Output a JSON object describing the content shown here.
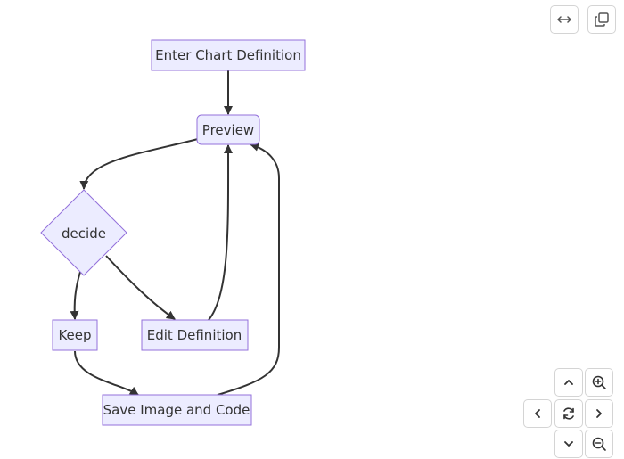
{
  "diagram": {
    "nodes": {
      "enter": "Enter Chart Definition",
      "preview": "Preview",
      "decide": "decide",
      "keep": "Keep",
      "edit": "Edit Definition",
      "save": "Save Image and Code"
    }
  },
  "toolbar": {
    "icons": [
      "fit-width-icon",
      "copy-icon"
    ]
  },
  "controls": {
    "icons": [
      "pan-up-icon",
      "zoom-in-icon",
      "pan-left-icon",
      "reset-view-icon",
      "pan-right-icon",
      "pan-down-icon",
      "zoom-out-icon"
    ]
  }
}
